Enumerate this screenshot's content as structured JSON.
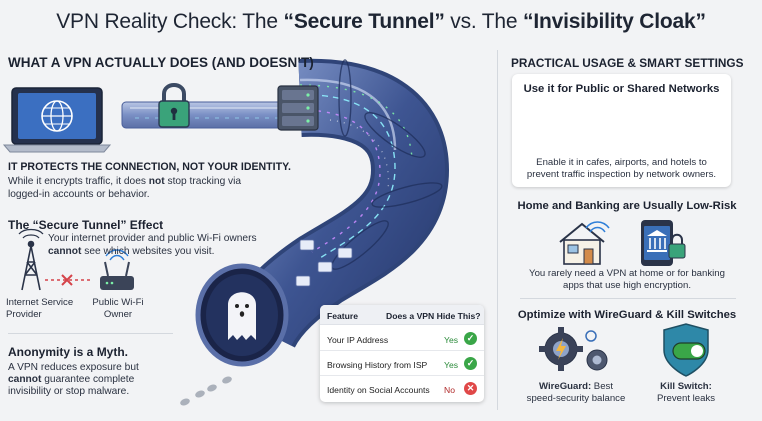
{
  "header": {
    "title_plain_1": "VPN Reality Check: The ",
    "title_bold_1": "“Secure Tunnel”",
    "title_plain_2": " vs. The ",
    "title_bold_2": "“Invisibility Cloak”"
  },
  "left": {
    "heading": "WHAT A VPN ACTUALLY DOES (AND DOESN’T)",
    "protect_heading": "IT PROTECTS THE CONNECTION, NOT YOUR IDENTITY.",
    "protect_text_1": "While it encrypts traffic, it does ",
    "protect_text_bold": "not",
    "protect_text_2": " stop tracking via",
    "protect_text_3": "logged-in accounts or behavior.",
    "tunnel_heading": "The “Secure Tunnel” Effect",
    "tunnel_text_1": "Your internet provider and public Wi-Fi owners",
    "tunnel_text_bold": "cannot",
    "tunnel_text_2": " see which websites you visit.",
    "isp_label_1": "Internet Service",
    "isp_label_2": "Provider",
    "wifi_label_1": "Public Wi-Fi",
    "wifi_label_2": "Owner",
    "anon_heading": "Anonymity is a Myth.",
    "anon_text_1": "A VPN reduces exposure but",
    "anon_text_bold": "cannot",
    "anon_text_2": " guarantee complete",
    "anon_text_3": "invisibility or stop malware."
  },
  "table": {
    "col1": "Feature",
    "col2": "Does a VPN Hide This?",
    "rows": [
      {
        "feature": "Your IP Address",
        "answer": "Yes",
        "mark": "✓"
      },
      {
        "feature": "Browsing History from ISP",
        "answer": "Yes",
        "mark": "✓"
      },
      {
        "feature": "Identity on Social Accounts",
        "answer": "No",
        "mark": "✕"
      }
    ]
  },
  "right": {
    "heading": "PRACTICAL USAGE & SMART SETTINGS",
    "public_heading": "Use it for Public or Shared Networks",
    "public_text_1": "Enable it in cafes, airports, and hotels to",
    "public_text_2": "prevent traffic inspection by network owners.",
    "home_heading": "Home and Banking are Usually Low-Risk",
    "home_text_1": "You rarely need a VPN at home or for banking",
    "home_text_2": "apps that use high encryption.",
    "wg_heading": "Optimize with WireGuard & Kill Switches",
    "wg_label_bold": "WireGuard:",
    "wg_label_1": " Best",
    "wg_label_2": "speed-security balance",
    "ks_label_bold": "Kill Switch:",
    "ks_label_2": "Prevent leaks"
  },
  "icons": {
    "laptop": "laptop-globe-icon",
    "lock": "padlock-icon",
    "server": "server-icon",
    "tunnel": "vpn-tunnel-illustration",
    "ghost": "ghost-icon",
    "footprints": "footprints-icon",
    "tower": "isp-tower-icon",
    "router": "wifi-router-icon",
    "cafe": "cafe-icon",
    "airport": "airplane-icon",
    "hotel": "hotel-icon",
    "house": "house-wifi-icon",
    "bank": "bank-app-icon",
    "gears": "wireguard-gears-icon",
    "shield": "kill-switch-shield-icon"
  },
  "colors": {
    "yes": "#3aa648",
    "no": "#e04848",
    "tunnel": "#4a5f9a",
    "accent_blue": "#2f7fd8"
  }
}
